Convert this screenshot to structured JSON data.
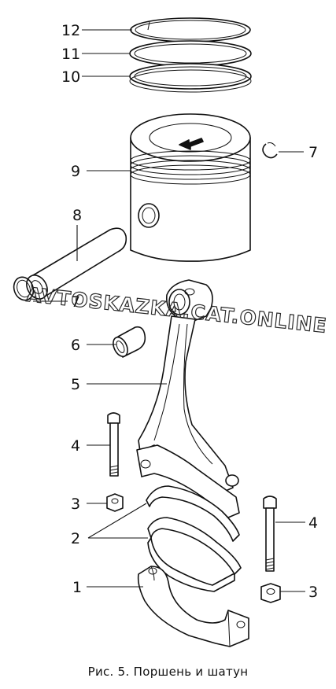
{
  "caption": "Рис. 5. Поршень и шатун",
  "watermark": "AVTOSKAZKA.CAT.ONLINE",
  "callouts": {
    "c12": "12",
    "c11": "11",
    "c10": "10",
    "c9": "9",
    "c8": "8",
    "c7a": "7",
    "c7b": "7",
    "c6": "6",
    "c5": "5",
    "c4a": "4",
    "c4b": "4",
    "c3a": "3",
    "c3b": "3",
    "c2": "2",
    "c1": "1"
  }
}
